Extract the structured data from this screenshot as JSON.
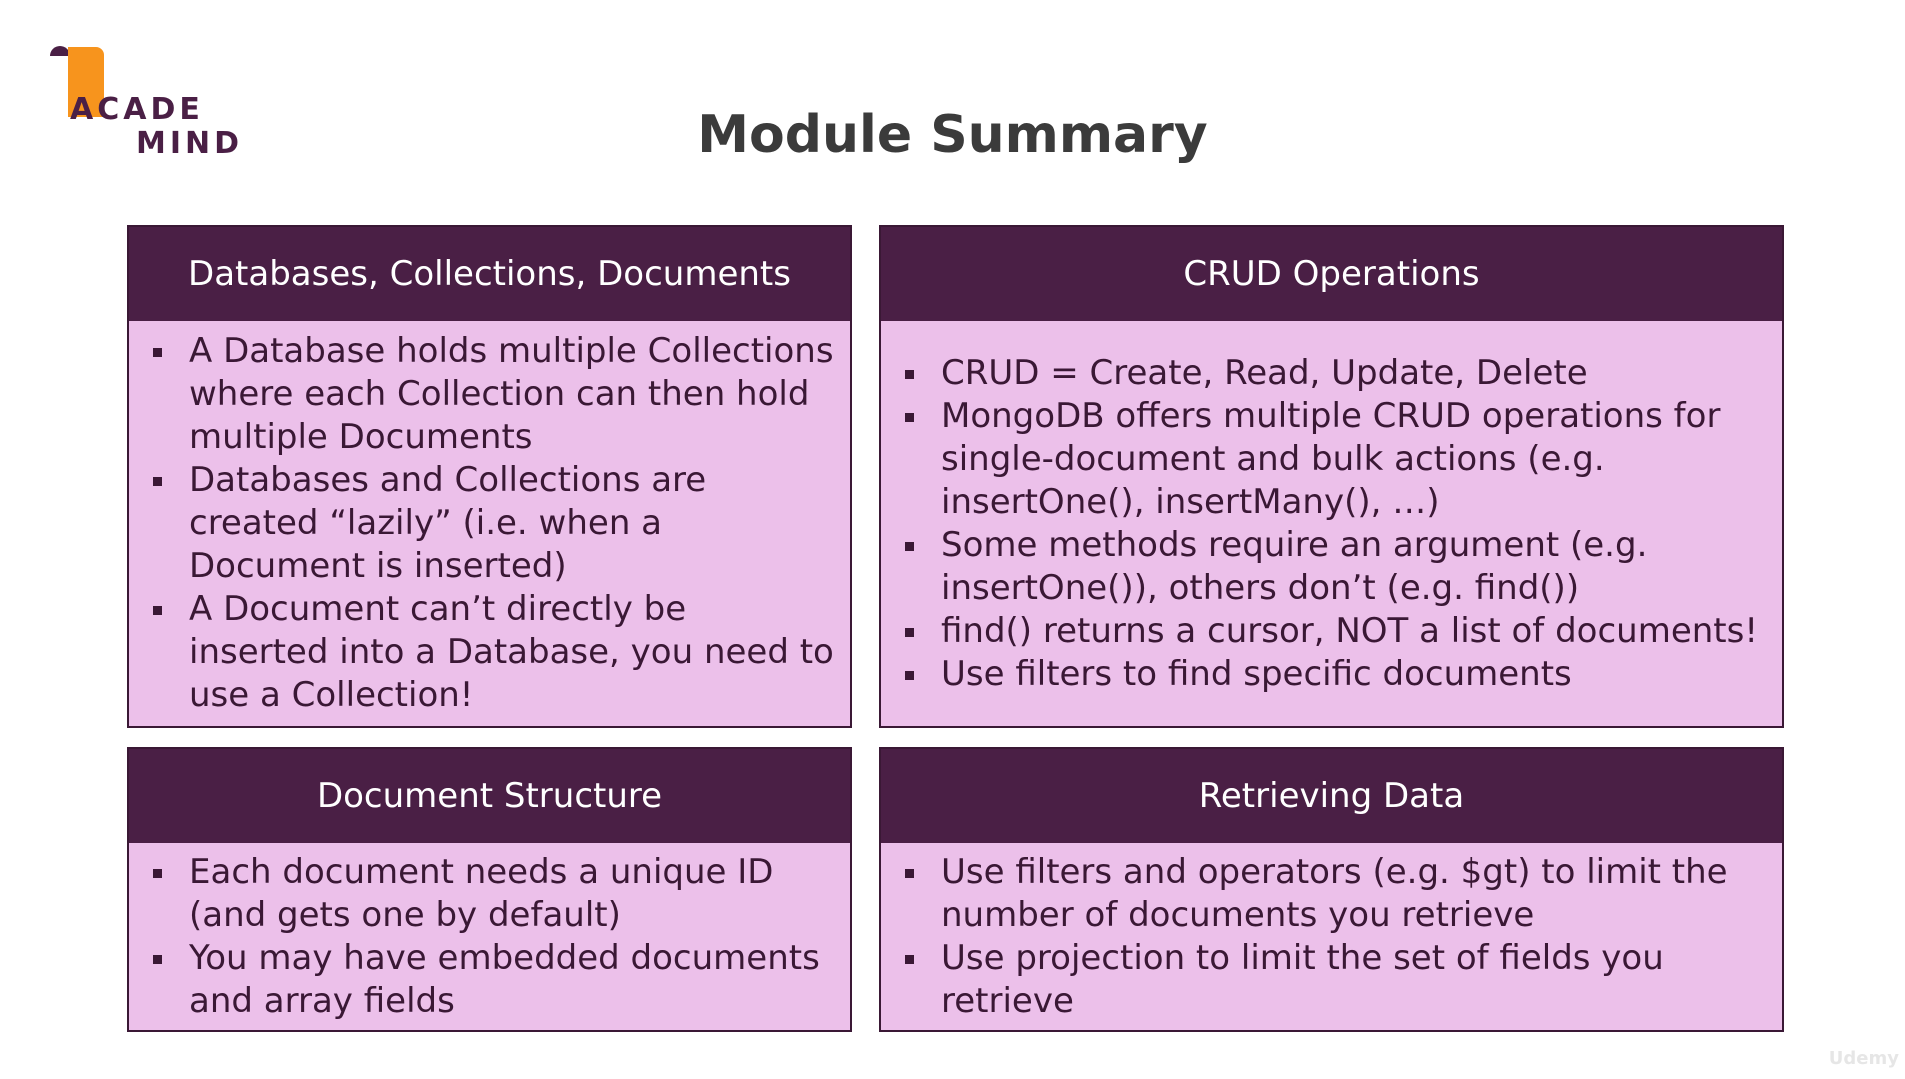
{
  "logo": {
    "line1": "ACADE",
    "line2": "MIND"
  },
  "title": "Module Summary",
  "boxes": [
    {
      "heading": "Databases, Collections, Documents",
      "items": [
        "A Database holds multiple Collections where each Collection can then hold multiple Documents",
        "Databases and Collections are created “lazily” (i.e. when a Document is inserted)",
        "A Document can’t directly be inserted into a Database, you need to use a Collection!"
      ]
    },
    {
      "heading": "CRUD Operations",
      "items": [
        "CRUD = Create, Read, Update, Delete",
        "MongoDB offers multiple CRUD operations for single-document and bulk actions (e.g. insertOne(), insertMany(), …)",
        "Some methods require an argument (e.g. insertOne()), others don’t (e.g. find())",
        "find() returns a cursor, NOT a list of documents!",
        "Use filters to find specific documents"
      ]
    },
    {
      "heading": "Document Structure",
      "items": [
        "Each document needs a unique ID (and gets one by default)",
        "You may have embedded documents and array fields"
      ]
    },
    {
      "heading": "Retrieving Data",
      "items": [
        "Use filters and operators (e.g. $gt) to limit the number of documents you retrieve",
        "Use projection to limit the set of fields you retrieve"
      ]
    }
  ],
  "watermark": "Udemy",
  "colors": {
    "header": "#4a1f45",
    "body": "#ecc0ea",
    "accent": "#f7941d"
  }
}
